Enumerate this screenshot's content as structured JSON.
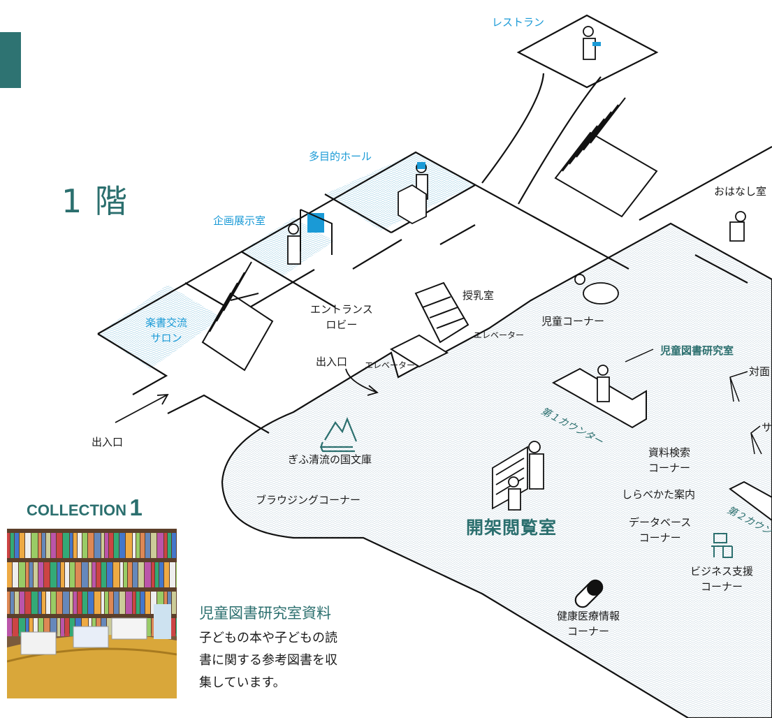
{
  "floor": {
    "title": "1 階"
  },
  "rooms": {
    "restaurant": "レストラン",
    "multipurpose_hall": "多目的ホール",
    "exhibition_room": "企画展示室",
    "salon": [
      "楽書交流",
      "サロン"
    ],
    "entrance_lobby": [
      "エントランス",
      "ロビー"
    ],
    "nursing_room": "授乳室",
    "elevator_top": "エレベーター",
    "elevator_bottom": "エレベーター",
    "entrance_center": "出入口",
    "entrance_left": "出入口",
    "storytelling_room": "おはなし室",
    "children_corner": "児童コーナー",
    "children_research_room": "児童図書研究室",
    "face_to_face": "対面",
    "sa_label": "サ",
    "first_counter": "第１カウンター",
    "second_counter": "第２カウン",
    "gifu_library": "ぎふ清流の国文庫",
    "browsing_corner": "ブラウジングコーナー",
    "open_reading_room": "開架閲覧室",
    "material_search": [
      "資料検索",
      "コーナー"
    ],
    "research_guide": "しらべかた案内",
    "database_corner": [
      "データベース",
      "コーナー"
    ],
    "business_corner": [
      "ビジネス支援",
      "コーナー"
    ],
    "health_info": [
      "健康医療情報",
      "コーナー"
    ]
  },
  "collection": {
    "label": "COLLECTION",
    "number": "1",
    "title": "児童図書研究室資料",
    "body_lines": [
      "子どもの本や子どもの読",
      "書に関する参考図書を収",
      "集しています。"
    ]
  },
  "colors": {
    "accent_teal": "#2b6f6e",
    "accent_blue": "#1a9ad6",
    "line": "#111111",
    "floor_pattern": "#dfe8ee"
  },
  "icons": {
    "gifu_library": "mountain-river-icon",
    "health": "capsule-icon",
    "business": "computer-desk-icon"
  }
}
